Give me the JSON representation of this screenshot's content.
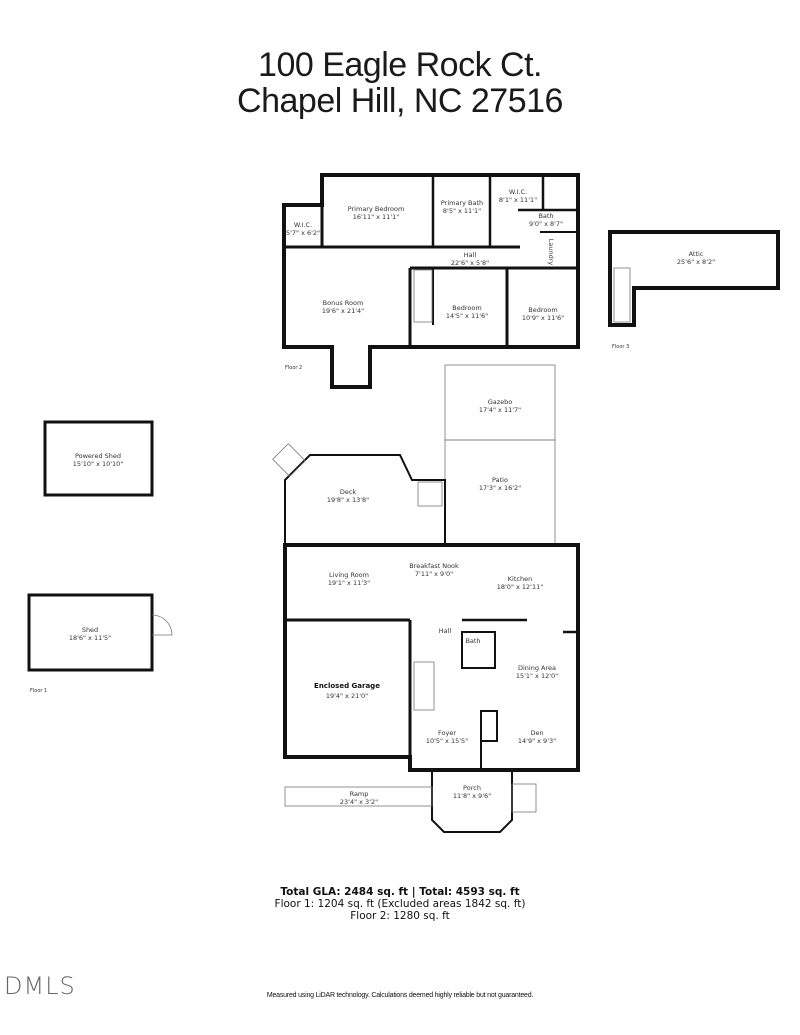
{
  "header": {
    "address_line1": "100 Eagle Rock Ct.",
    "address_line2": "Chapel Hill, NC 27516"
  },
  "floor_labels": {
    "floor1": "Floor 1",
    "floor2": "Floor 2",
    "floor3": "Floor 3"
  },
  "rooms": {
    "primary_bedroom": {
      "name": "Primary Bedroom",
      "size": "16'11\" x 11'1\""
    },
    "primary_bath": {
      "name": "Primary Bath",
      "size": "8'5\" x 11'1\""
    },
    "wic_upper": {
      "name": "W.I.C.",
      "size": "8'1\" x 11'1\""
    },
    "bath_upper": {
      "name": "Bath",
      "size": "9'0\" x 8'7\""
    },
    "laundry": {
      "name": "Laundry"
    },
    "wic_left": {
      "name": "W.I.C.",
      "size": "5'7\" x 6'2\""
    },
    "hall_upper": {
      "name": "Hall",
      "size": "22'6\" x 5'8\""
    },
    "bonus_room": {
      "name": "Bonus Room",
      "size": "19'6\" x 21'4\""
    },
    "bedroom_1": {
      "name": "Bedroom",
      "size": "14'5\" x 11'6\""
    },
    "bedroom_2": {
      "name": "Bedroom",
      "size": "10'9\" x 11'6\""
    },
    "attic": {
      "name": "Attic",
      "size": "25'6\" x 8'2\""
    },
    "gazebo": {
      "name": "Gazebo",
      "size": "17'4\" x 11'7\""
    },
    "patio": {
      "name": "Patio",
      "size": "17'3\" x 16'2\""
    },
    "deck": {
      "name": "Deck",
      "size": "19'8\" x 13'8\""
    },
    "powered_shed": {
      "name": "Powered Shed",
      "size": "15'10\" x 10'10\""
    },
    "shed": {
      "name": "Shed",
      "size": "18'6\" x 11'5\""
    },
    "breakfast_nook": {
      "name": "Breakfast Nook",
      "size": "7'11\" x 9'0\""
    },
    "living_room": {
      "name": "Living Room",
      "size": "19'1\" x 11'3\""
    },
    "kitchen": {
      "name": "Kitchen",
      "size": "18'0\" x 12'11\""
    },
    "hall_lower": {
      "name": "Hall"
    },
    "bath_lower": {
      "name": "Bath"
    },
    "dining_area": {
      "name": "Dining Area",
      "size": "15'1\" x 12'0\""
    },
    "enclosed_garage": {
      "name": "Enclosed Garage",
      "size": "19'4\" x 21'0\""
    },
    "foyer": {
      "name": "Foyer",
      "size": "10'5\" x 15'5\""
    },
    "den": {
      "name": "Den",
      "size": "14'9\" x 9'3\""
    },
    "porch": {
      "name": "Porch",
      "size": "11'8\" x 9'6\""
    },
    "ramp": {
      "name": "Ramp",
      "size": "23'4\" x 3'2\""
    }
  },
  "summary": {
    "total": "Total GLA: 2484 sq. ft | Total: 4593 sq. ft",
    "floor1": "Floor 1: 1204 sq. ft (Excluded areas 1842 sq. ft)",
    "floor2": "Floor 2: 1280 sq. ft"
  },
  "disclaimer": "Measured using LiDAR technology. Calculations deemed highly reliable but not guaranteed.",
  "logo": "DMLS"
}
